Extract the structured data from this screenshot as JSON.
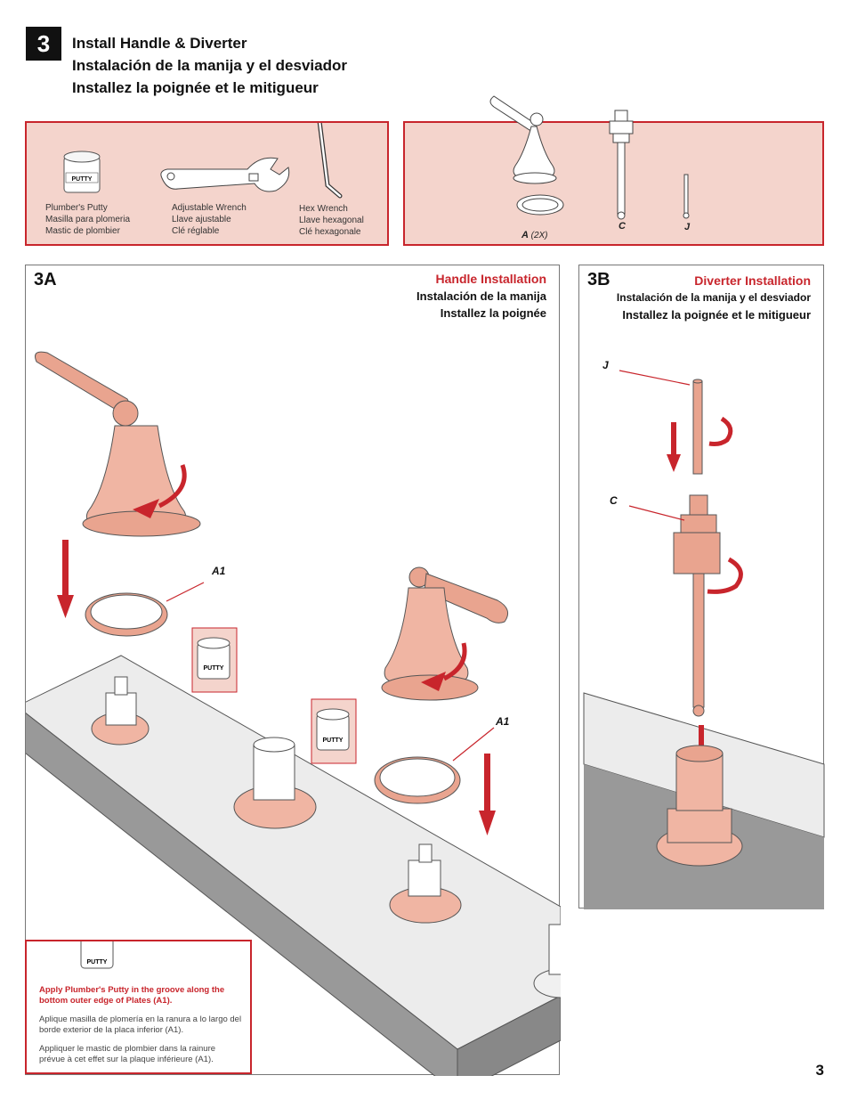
{
  "step": {
    "number": "3"
  },
  "title": {
    "en": "Install Handle & Diverter",
    "es": "Instalación de la manija y el desviador",
    "fr": "Installez la poignée et le mitigueur"
  },
  "tools": [
    {
      "icon": "putty-jar-icon",
      "lines": [
        "Plumber's Putty",
        "Masilla para plomeria",
        "Mastic de plombier"
      ],
      "putty_text": "PUTTY"
    },
    {
      "icon": "adjustable-wrench-icon",
      "lines": [
        "Adjustable Wrench",
        "Llave ajustable",
        "Clé réglable"
      ]
    },
    {
      "icon": "hex-wrench-icon",
      "lines": [
        "Hex Wrench",
        "Llave hexagonal",
        "Clé hexagonale"
      ]
    }
  ],
  "parts": [
    {
      "icon": "handle-and-ring-icon",
      "letter": "A",
      "qty": "(2X)"
    },
    {
      "icon": "diverter-cartridge-icon",
      "letter": "C"
    },
    {
      "icon": "extension-rod-icon",
      "letter": "J"
    }
  ],
  "panel_a": {
    "id": "3A",
    "heading": {
      "en": "Handle Installation",
      "es": "Instalación de la manija",
      "fr": "Installez la poignée"
    },
    "callouts": [
      "A1",
      "A1"
    ],
    "putty_text": "PUTTY"
  },
  "panel_b": {
    "id": "3B",
    "heading": {
      "en": "Diverter Installation",
      "es": "Instalación de la manija y el desviador",
      "fr": "Installez la poignée et le mitigueur"
    },
    "callouts": [
      "J",
      "C"
    ]
  },
  "note": {
    "putty_text": "PUTTY",
    "en": "Apply Plumber's Putty in the groove along the bottom outer edge of Plates (A1).",
    "es": "Aplique masilla de plomería en la ranura a lo largo del borde exterior de la placa inferior (A1).",
    "fr": "Appliquer le mastic de plombier dans la rainure prévue à cet effet sur la plaque inférieure (A1)."
  },
  "page_number": "3",
  "colors": {
    "accent": "#c8252c",
    "panel_fill": "#f4d4cc",
    "copper": "#e9a48f"
  }
}
